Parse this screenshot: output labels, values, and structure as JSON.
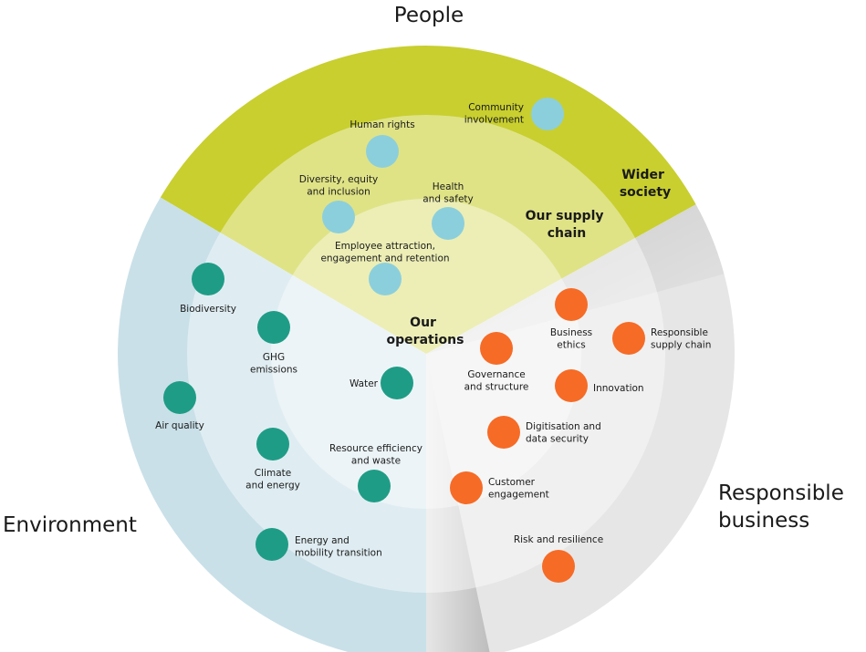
{
  "colors": {
    "people": "#c8cf2f",
    "environment": "#c9e0e8",
    "business": "#e6e6e6",
    "people_dot": "#8ccfdc",
    "environment_dot": "#1f9c86",
    "business_dot": "#f66b26"
  },
  "dimensions": {
    "people": "People",
    "environment": "Environment",
    "business": [
      "Responsible",
      "business"
    ]
  },
  "rings": {
    "wider_society": [
      "Wider",
      "society"
    ],
    "supply_chain": [
      "Our supply",
      "chain"
    ],
    "operations": [
      "Our",
      "operations"
    ]
  },
  "topics": {
    "people": [
      {
        "label": [
          "Community",
          "involvement"
        ]
      },
      {
        "label": [
          "Human rights"
        ]
      },
      {
        "label": [
          "Diversity, equity",
          "and inclusion"
        ]
      },
      {
        "label": [
          "Health",
          "and safety"
        ]
      },
      {
        "label": [
          "Employee attraction,",
          "engagement and retention"
        ]
      }
    ],
    "environment": [
      {
        "label": [
          "Biodiversity"
        ]
      },
      {
        "label": [
          "GHG",
          "emissions"
        ]
      },
      {
        "label": [
          "Air quality"
        ]
      },
      {
        "label": [
          "Water"
        ]
      },
      {
        "label": [
          "Climate",
          "and energy"
        ]
      },
      {
        "label": [
          "Resource efficiency",
          "and waste"
        ]
      },
      {
        "label": [
          "Energy and",
          "mobility transition"
        ]
      }
    ],
    "business": [
      {
        "label": [
          "Business",
          "ethics"
        ]
      },
      {
        "label": [
          "Responsible",
          "supply chain"
        ]
      },
      {
        "label": [
          "Governance",
          "and structure"
        ]
      },
      {
        "label": [
          "Innovation"
        ]
      },
      {
        "label": [
          "Digitisation and",
          "data security"
        ]
      },
      {
        "label": [
          "Customer",
          "engagement"
        ]
      },
      {
        "label": [
          "Risk and resilience"
        ]
      }
    ]
  }
}
